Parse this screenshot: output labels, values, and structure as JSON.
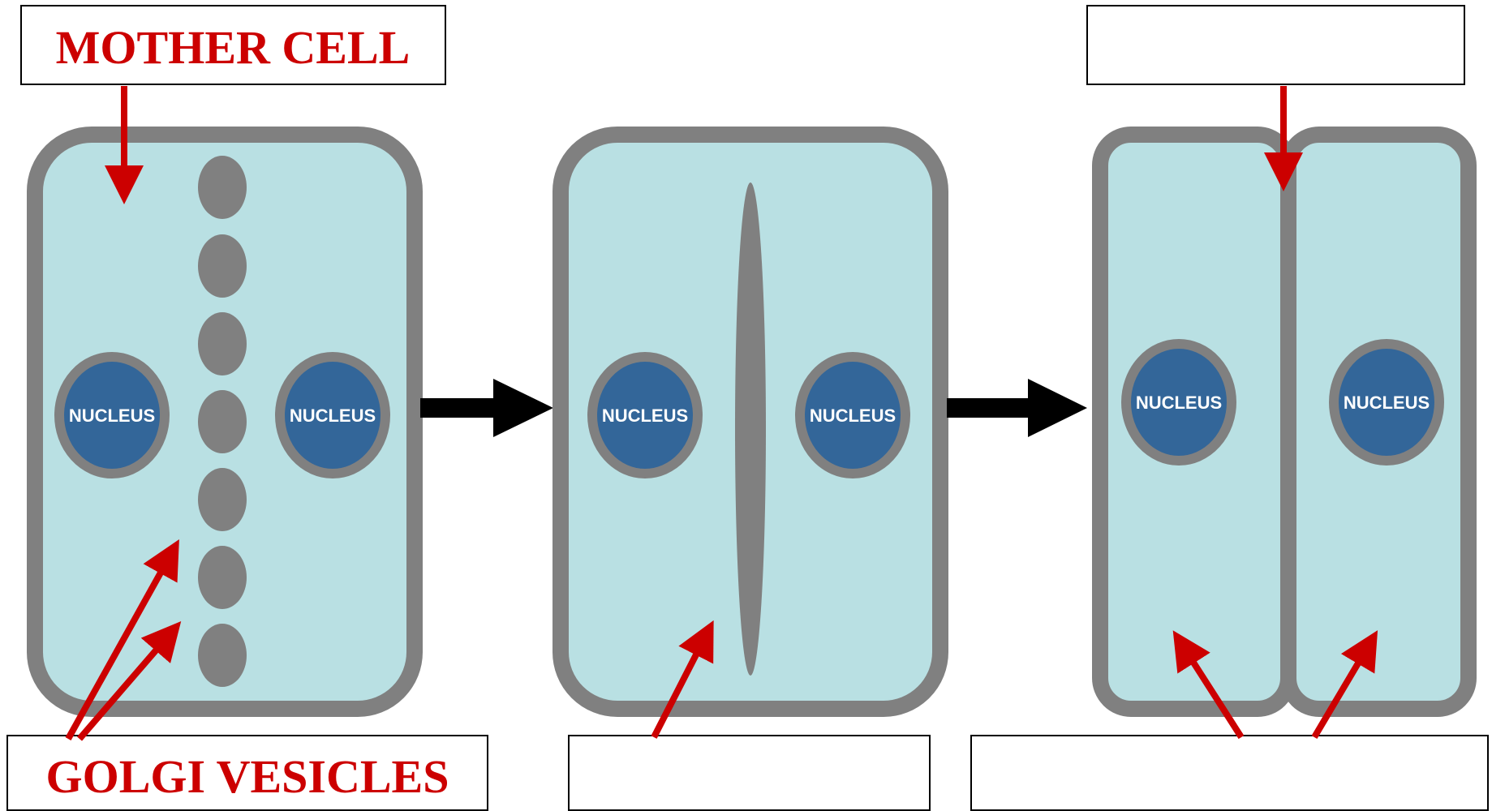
{
  "labels": {
    "mother_cell": "MOTHER CELL",
    "golgi_vesicles": "GOLGI VESICLES",
    "blank_top_right": "",
    "blank_bottom_middle": "",
    "blank_bottom_right": ""
  },
  "nuclei": [
    "NUCLEUS",
    "NUCLEUS",
    "NUCLEUS",
    "NUCLEUS",
    "NUCLEUS",
    "NUCLEUS"
  ],
  "colors": {
    "cytoplasm": "#b9e0e3",
    "wall": "#808080",
    "nucleus": "#336699",
    "label_arrow": "#cc0000",
    "process_arrow": "#000000"
  }
}
